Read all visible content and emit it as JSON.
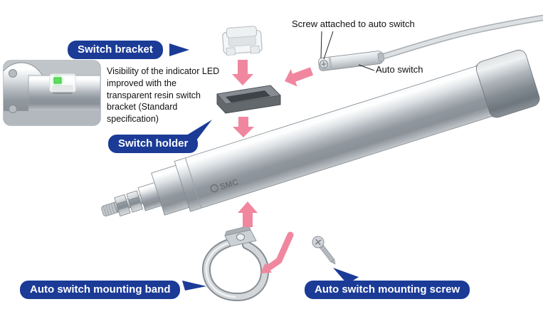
{
  "labels": {
    "switch_bracket": "Switch bracket",
    "switch_holder": "Switch holder",
    "mounting_band": "Auto switch mounting band",
    "mounting_screw": "Auto switch mounting screw"
  },
  "callouts": {
    "screw_attached": "Screw attached to auto switch",
    "auto_switch": "Auto switch"
  },
  "note": {
    "text": "Visibility of the indicator LED improved with the transparent resin switch bracket (Standard specification)"
  },
  "brand": {
    "logo": "SMC"
  },
  "colors": {
    "label_blue": "#1b3b97",
    "arrow_pink": "#f0879f",
    "cylinder_metal": "#b7bdc2",
    "led_green": "#5ede5e"
  }
}
